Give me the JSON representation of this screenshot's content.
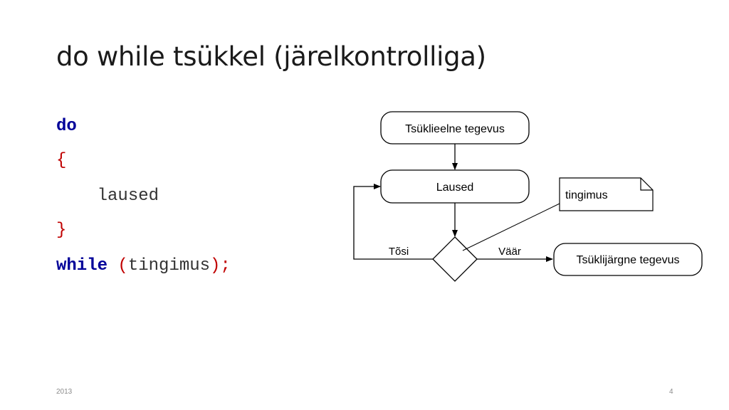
{
  "title": "do while tsükkel (järelkontrolliga)",
  "code": {
    "do_keyword": "do",
    "open_brace": "{",
    "body_indent": "    ",
    "body": "laused",
    "close_brace": "}",
    "while_keyword": "while",
    "condition_open": " (",
    "condition": "tingimus",
    "condition_close": ");"
  },
  "flowchart": {
    "pre_loop": "Tsüklieelne tegevus",
    "statements": "Laused",
    "condition_note": "tingimus",
    "true_label": "Tõsi",
    "false_label": "Väär",
    "post_loop": "Tsüklijärgne tegevus"
  },
  "footer": {
    "year": "2013",
    "page_number": "4"
  },
  "colors": {
    "keyword": "#000099",
    "punctuation": "#c00000",
    "code_text": "#333333",
    "footer_text": "#8a8a8a"
  }
}
